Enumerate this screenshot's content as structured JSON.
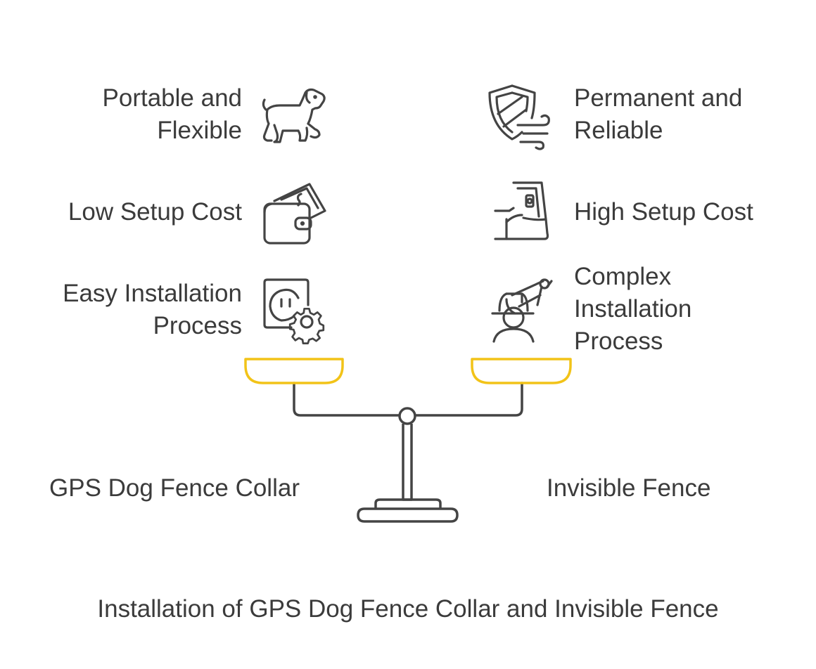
{
  "left": {
    "name": "GPS Dog Fence Collar",
    "features": [
      {
        "lines": [
          "Portable and",
          "Flexible"
        ],
        "icon": "dog-icon"
      },
      {
        "lines": [
          "Low Setup Cost"
        ],
        "icon": "wallet-icon"
      },
      {
        "lines": [
          "Easy Installation",
          "Process"
        ],
        "icon": "plug-gear-icon"
      }
    ]
  },
  "right": {
    "name": "Invisible Fence",
    "features": [
      {
        "lines": [
          "Permanent and",
          "Reliable"
        ],
        "icon": "shield-wind-icon"
      },
      {
        "lines": [
          "High Setup Cost"
        ],
        "icon": "hand-money-icon"
      },
      {
        "lines": [
          "Complex",
          "Installation",
          "Process"
        ],
        "icon": "worker-compass-icon"
      }
    ]
  },
  "caption": "Installation of GPS Dog Fence Collar and Invisible Fence",
  "colors": {
    "pan": "#f2c318",
    "line": "#444444",
    "text": "#3b3b3b"
  }
}
